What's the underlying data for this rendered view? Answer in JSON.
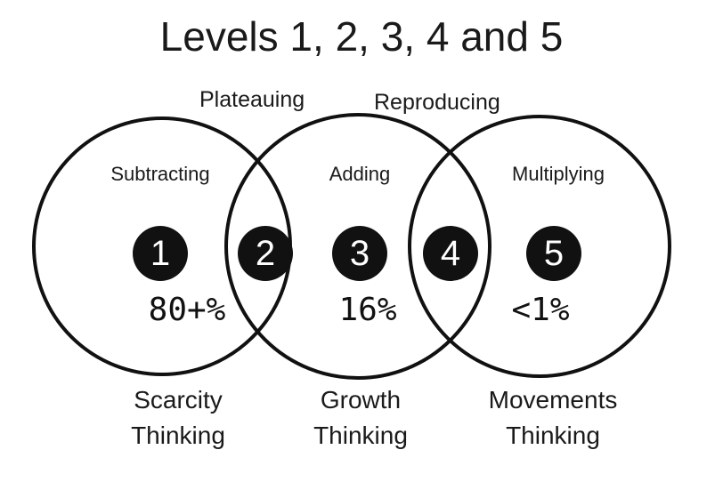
{
  "title": "Levels 1, 2, 3, 4 and 5",
  "overlap_labels": {
    "left": "Plateauing",
    "right": "Reproducing"
  },
  "circles": [
    {
      "label": "Subtracting"
    },
    {
      "label": "Adding"
    },
    {
      "label": "Multiplying"
    }
  ],
  "levels": [
    "1",
    "2",
    "3",
    "4",
    "5"
  ],
  "percentages": [
    "80+%",
    "16%",
    "<1%"
  ],
  "thinking": [
    {
      "line1": "Scarcity",
      "line2": "Thinking"
    },
    {
      "line1": "Growth",
      "line2": "Thinking"
    },
    {
      "line1": "Movements",
      "line2": "Thinking"
    }
  ]
}
